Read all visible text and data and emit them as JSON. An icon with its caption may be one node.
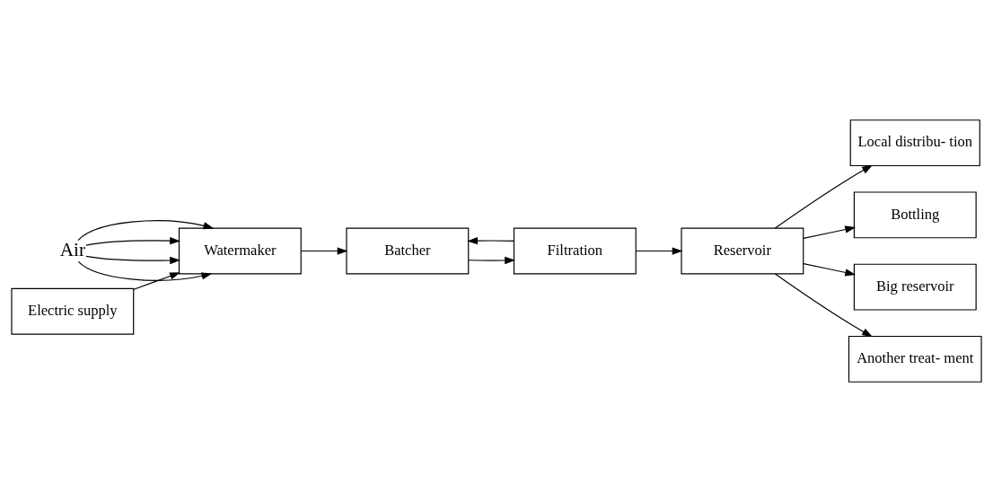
{
  "diagram": {
    "nodes": [
      {
        "text": [
          "Air"
        ]
      },
      {
        "text": [
          "Watermaker"
        ]
      },
      {
        "text": [
          "Electric supply"
        ]
      },
      {
        "text": [
          "Batcher"
        ]
      },
      {
        "text": [
          "Filtration"
        ]
      },
      {
        "text": [
          "Reservoir"
        ]
      },
      {
        "text": [
          "Local distribu- tion"
        ]
      },
      {
        "text": [
          "Bottling"
        ]
      },
      {
        "text": [
          "Big reservoir"
        ]
      },
      {
        "text": [
          "Another treat- ment"
        ]
      }
    ],
    "edges": [
      {
        "from": 0,
        "to": 1,
        "arrow": "to"
      },
      {
        "from": 0,
        "to": 1,
        "arrow": "to"
      },
      {
        "from": 0,
        "to": 1,
        "arrow": "to"
      },
      {
        "from": 0,
        "to": 1,
        "arrow": "to"
      },
      {
        "from": 2,
        "to": 1,
        "arrow": "to"
      },
      {
        "from": 1,
        "to": 3,
        "arrow": "to"
      },
      {
        "from": 3,
        "to": 4,
        "arrow": "to"
      },
      {
        "from": 4,
        "to": 3,
        "arrow": "to"
      },
      {
        "from": 4,
        "to": 5,
        "arrow": "to"
      },
      {
        "from": 5,
        "to": 6,
        "arrow": "to"
      },
      {
        "from": 5,
        "to": 7,
        "arrow": "to"
      },
      {
        "from": 5,
        "to": 8,
        "arrow": "to"
      },
      {
        "from": 5,
        "to": 9,
        "arrow": "to"
      }
    ]
  }
}
